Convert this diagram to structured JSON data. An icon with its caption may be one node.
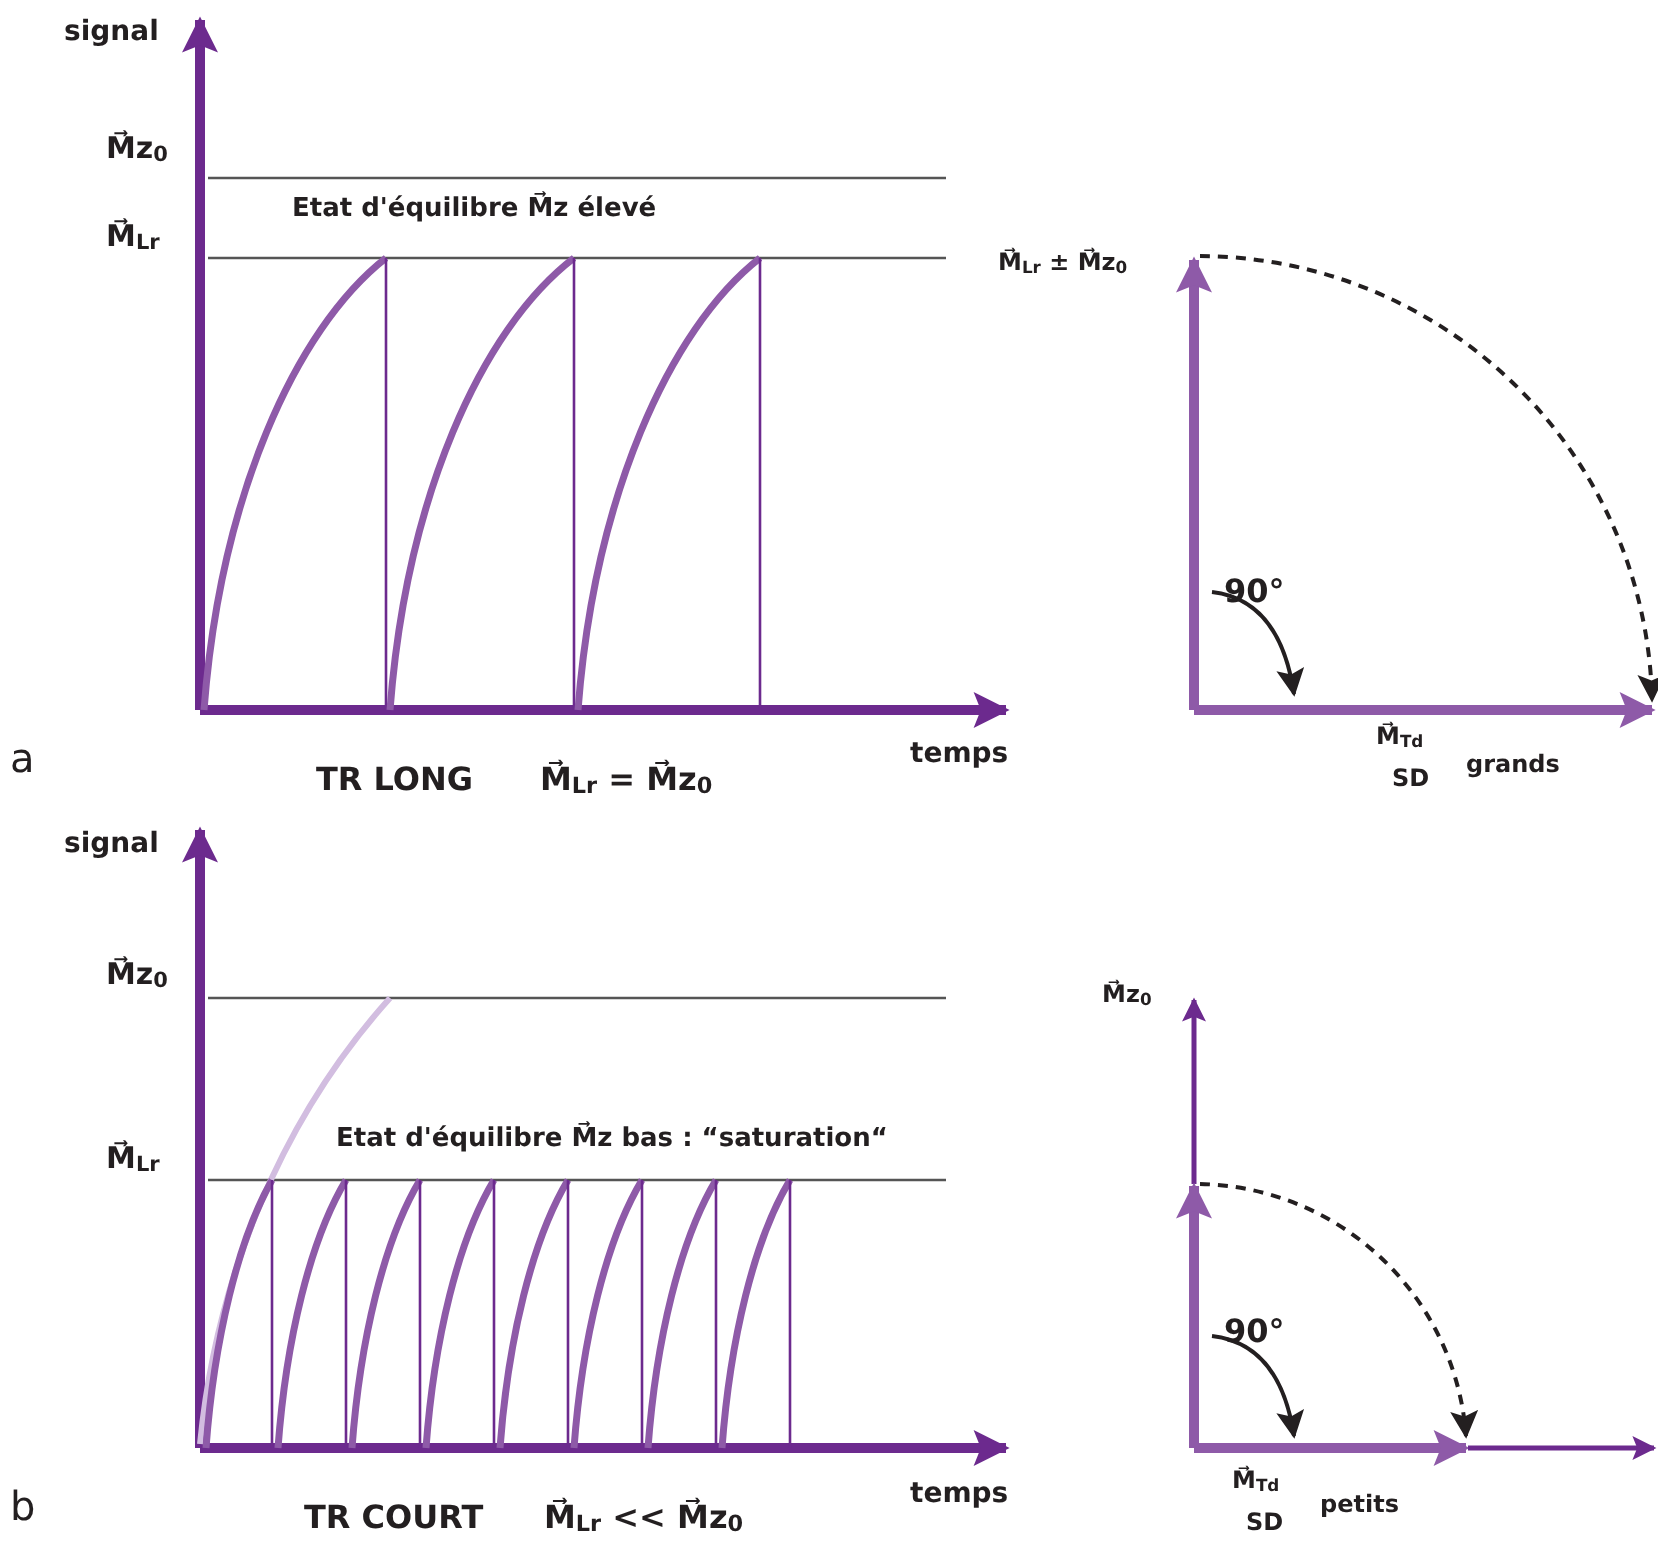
{
  "diagram": {
    "labels": [
      "signal",
      "M⃗z$_{0}$",
      "Etat d'équilibre M⃗z élevé",
      "M⃗$_{Lr}$",
      "M⃗$_{Lr}$ ± M⃗z$_{0}$",
      "90°",
      "a",
      "TR LONG",
      "M⃗$_{Lr}$ = M⃗z$_{0}$",
      "temps",
      "M⃗$_{Td}$",
      "grands",
      "SD",
      "signal",
      "M⃗z$_{0}$",
      "M⃗z$_{0}$",
      "Etat d'équilibre M⃗z bas : “saturation“",
      "M⃗$_{Lr}$",
      "90°",
      "temps",
      "b",
      "TR COURT",
      "M⃗$_{Lr}$ << M⃗z$_{0}$",
      "M⃗$_{Td}$",
      "petits",
      "SD"
    ]
  }
}
